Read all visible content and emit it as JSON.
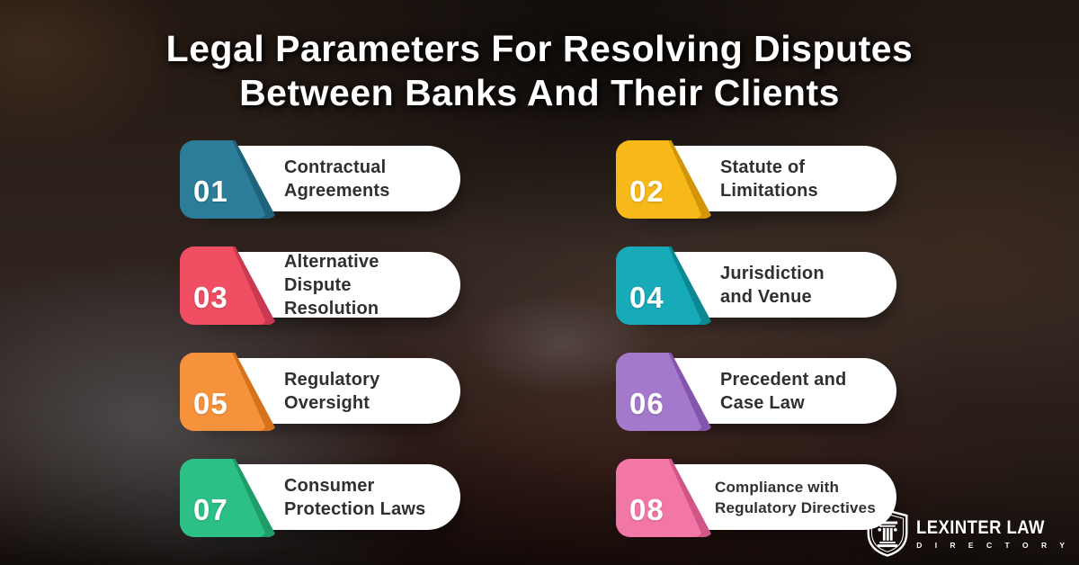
{
  "title": {
    "line1": "Legal Parameters For Resolving Disputes",
    "line2": "Between Banks And Their Clients"
  },
  "items": [
    {
      "number": "01",
      "label": "Contractual\nAgreements",
      "color": "#2b7d99",
      "color_dark": "#1e627c"
    },
    {
      "number": "02",
      "label": "Statute of\nLimitations",
      "color": "#f7b81a",
      "color_dark": "#d29508"
    },
    {
      "number": "03",
      "label": "Alternative\nDispute Resolution",
      "color": "#f04e63",
      "color_dark": "#c93a50"
    },
    {
      "number": "04",
      "label": "Jurisdiction\nand Venue",
      "color": "#17aab9",
      "color_dark": "#0c8894"
    },
    {
      "number": "05",
      "label": "Regulatory\nOversight",
      "color": "#f6923c",
      "color_dark": "#d5731d"
    },
    {
      "number": "06",
      "label": "Precedent and\nCase Law",
      "color": "#a379cc",
      "color_dark": "#8455ad"
    },
    {
      "number": "07",
      "label": "Consumer\nProtection Laws",
      "color": "#2cc086",
      "color_dark": "#1e9d69"
    },
    {
      "number": "08",
      "label": "Compliance with\nRegulatory Directives",
      "color": "#f377a6",
      "color_dark": "#d15586"
    }
  ],
  "logo": {
    "name": "LEXINTER LAW",
    "subtitle": "D I R E C T O R Y",
    "icon": "pillar-shield-icon"
  }
}
